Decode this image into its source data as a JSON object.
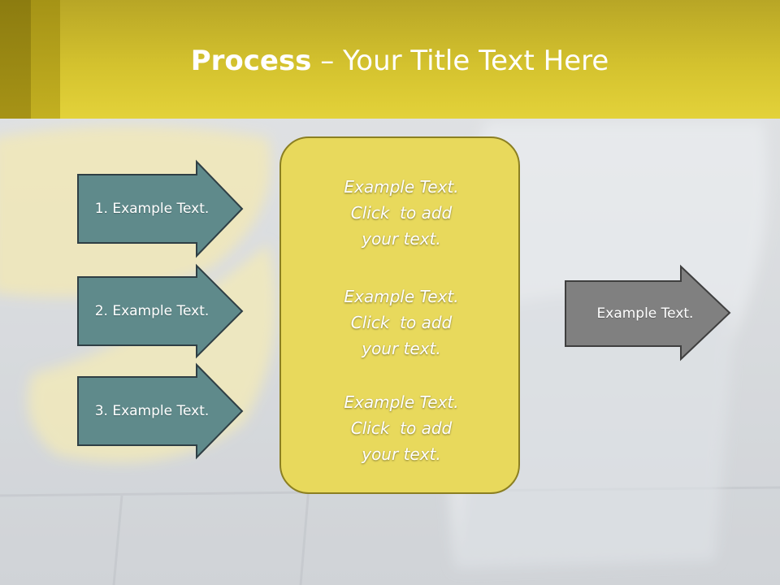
{
  "title": {
    "bold": "Process",
    "rest": " – Your Title Text Here"
  },
  "left_arrows": [
    {
      "label": "1. Example Text."
    },
    {
      "label": "2. Example Text."
    },
    {
      "label": "3. Example Text."
    }
  ],
  "center_box": {
    "blocks": [
      {
        "lines": [
          "Example Text.",
          "Click  to add",
          "your text."
        ]
      },
      {
        "lines": [
          "Example Text.",
          "Click  to add",
          "your text."
        ]
      },
      {
        "lines": [
          "Example Text.",
          "Click  to add",
          "your text."
        ]
      }
    ]
  },
  "right_arrow": {
    "label": "Example Text."
  },
  "colors": {
    "title_band": "#d4c22e",
    "left_arrow_fill": "#5f8a8b",
    "center_box_fill": "#e8d95c",
    "right_arrow_fill": "#808080"
  }
}
